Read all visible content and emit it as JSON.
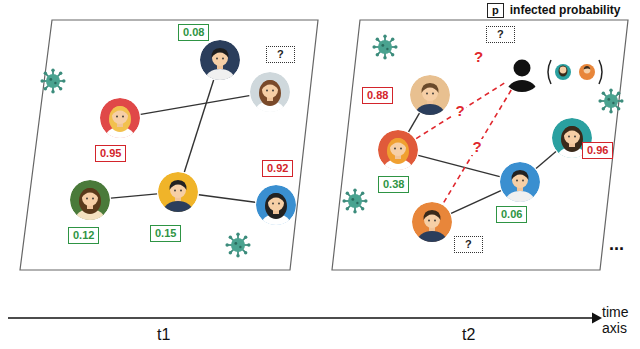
{
  "diagram": {
    "nodes": [
      {
        "text": [
          "0.08"
        ]
      },
      {
        "text": [
          "?"
        ]
      },
      {
        "text": [
          "0.95"
        ]
      },
      {
        "text": [
          "0.92"
        ]
      },
      {
        "text": [
          "0.12"
        ]
      },
      {
        "text": [
          "0.15"
        ]
      },
      {
        "text": [
          "0.88"
        ]
      },
      {
        "text": [
          "?"
        ]
      },
      {
        "text": [
          "0.38"
        ]
      },
      {
        "text": [
          "0.96"
        ]
      },
      {
        "text": [
          "0.06"
        ]
      },
      {
        "text": [
          "?"
        ]
      }
    ],
    "edges": [
      {
        "from": 2,
        "to": 1,
        "arrow": "none"
      },
      {
        "from": 0,
        "to": 5,
        "arrow": "none"
      },
      {
        "from": 4,
        "to": 5,
        "arrow": "none"
      },
      {
        "from": 5,
        "to": 3,
        "arrow": "none"
      },
      {
        "from": 6,
        "to": 8,
        "arrow": "none"
      },
      {
        "from": 8,
        "to": 10,
        "arrow": "none"
      },
      {
        "from": 10,
        "to": 9,
        "arrow": "none"
      },
      {
        "from": 11,
        "to": 10,
        "arrow": "none"
      },
      {
        "from": 7,
        "to": 8,
        "label": "?",
        "arrow": "none"
      },
      {
        "from": 7,
        "to": 11,
        "label": "?",
        "arrow": "none"
      }
    ],
    "labels": [
      "p",
      "?",
      "...",
      "t1",
      "t2",
      "time axis"
    ],
    "legend": [
      {
        "text": "infected probability"
      }
    ]
  }
}
